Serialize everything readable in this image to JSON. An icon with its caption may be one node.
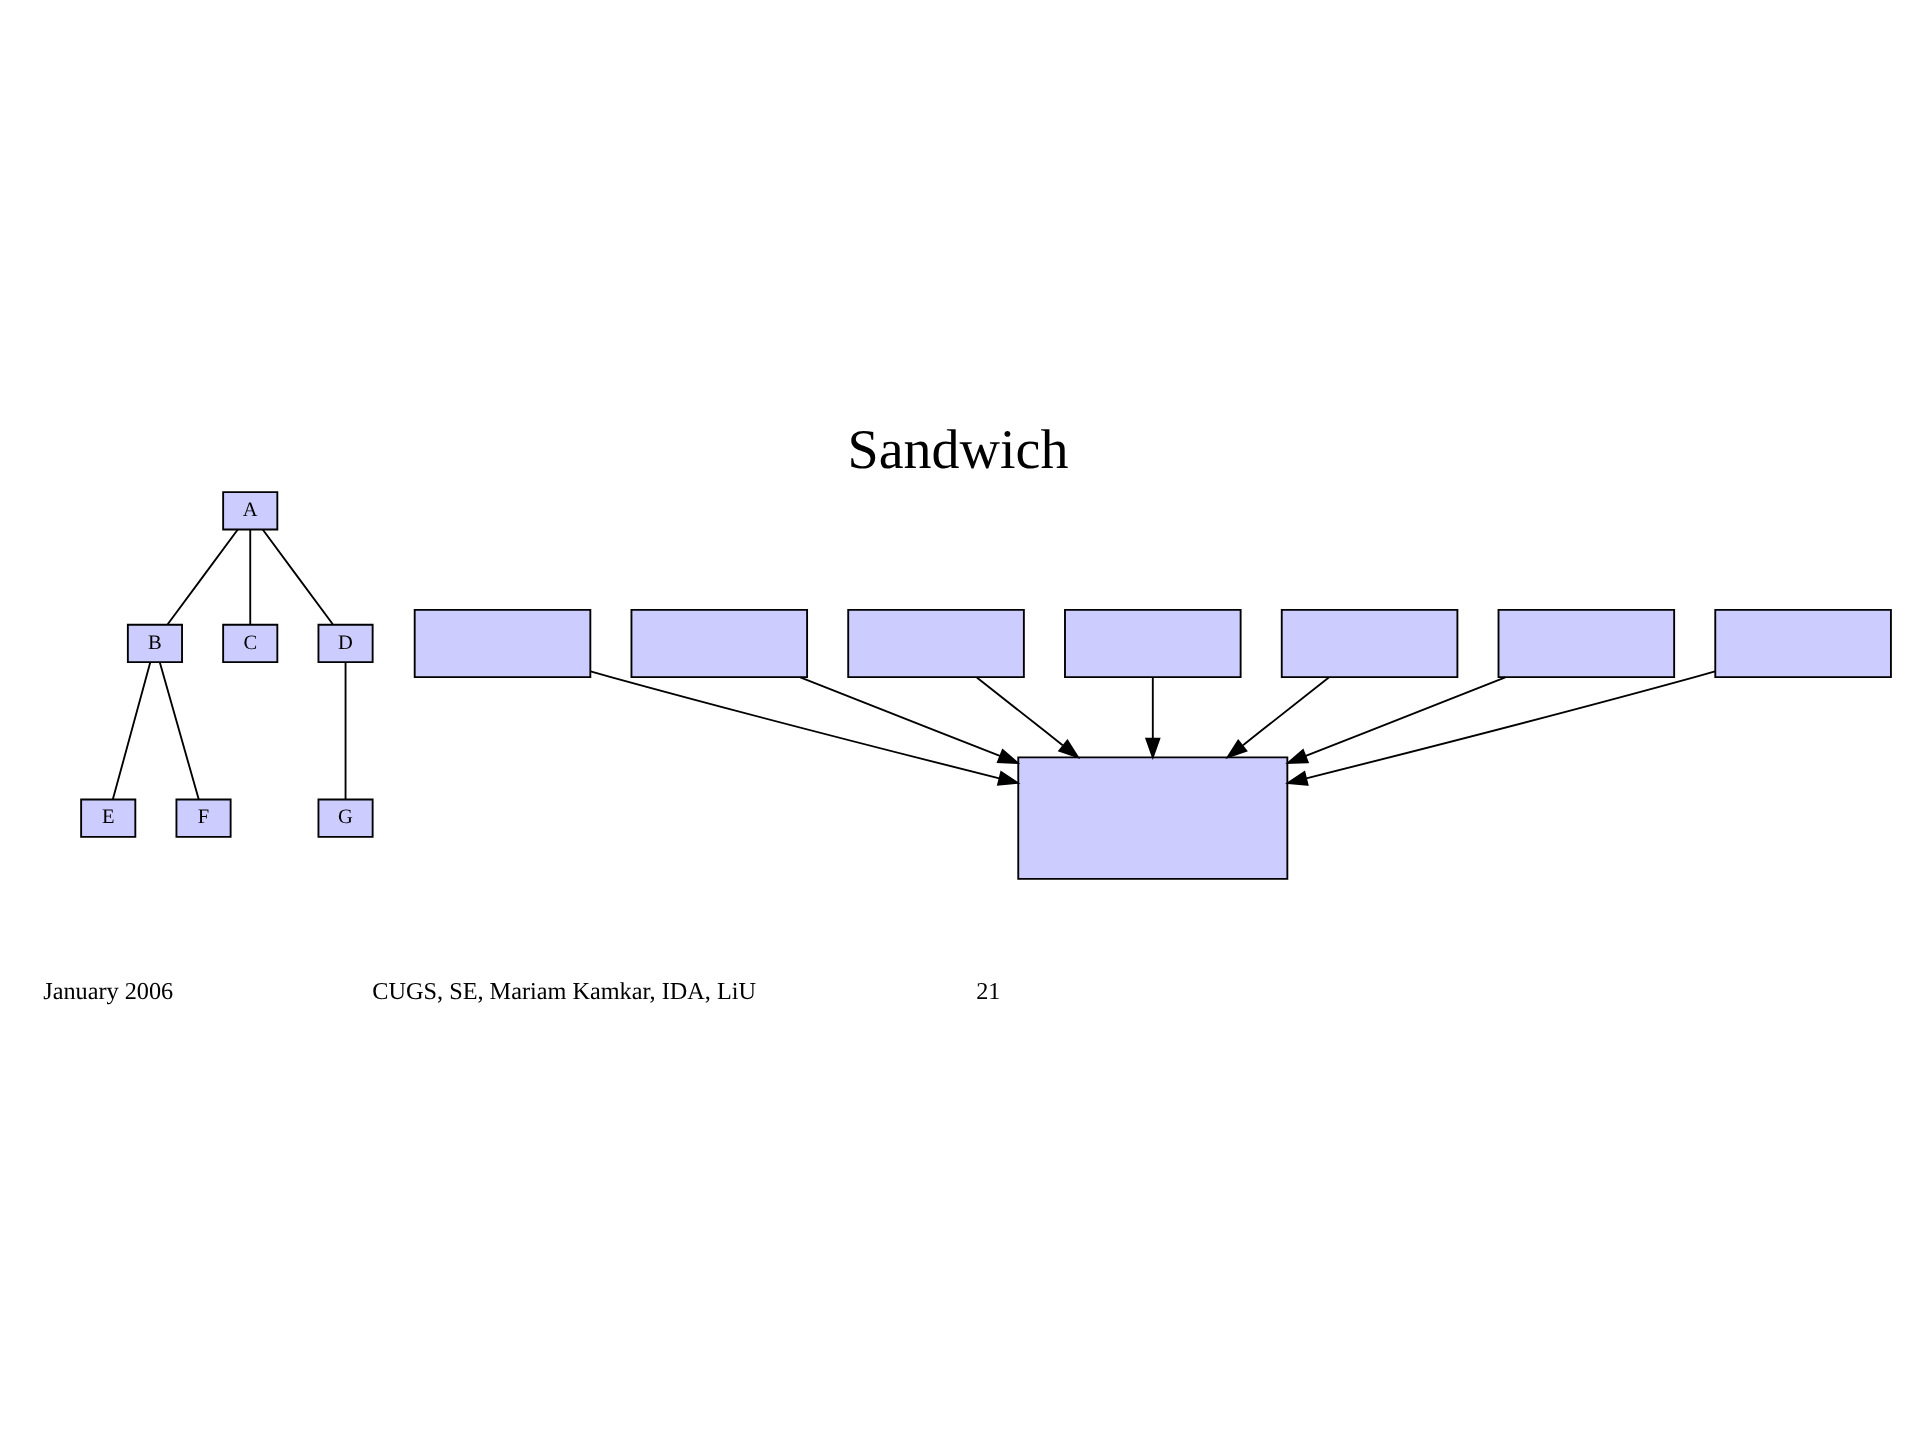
{
  "diagram": {
    "title": "Sandwich",
    "nodes": [
      {
        "text": [
          "A"
        ]
      },
      {
        "text": [
          "B"
        ]
      },
      {
        "text": [
          "C"
        ]
      },
      {
        "text": [
          "D"
        ]
      },
      {
        "text": [
          "E"
        ]
      },
      {
        "text": [
          "F"
        ]
      },
      {
        "text": [
          "G"
        ]
      },
      {
        "text": [],
        "shape": "box"
      },
      {
        "text": [],
        "shape": "box"
      },
      {
        "text": [],
        "shape": "box"
      },
      {
        "text": [],
        "shape": "box"
      },
      {
        "text": [],
        "shape": "box"
      },
      {
        "text": [],
        "shape": "box"
      },
      {
        "text": [],
        "shape": "box"
      },
      {
        "text": [],
        "shape": "box"
      }
    ],
    "edges": [
      {
        "from": 0,
        "to": 1,
        "arrow": "none"
      },
      {
        "from": 0,
        "to": 2,
        "arrow": "none"
      },
      {
        "from": 0,
        "to": 3,
        "arrow": "none"
      },
      {
        "from": 1,
        "to": 4,
        "arrow": "none"
      },
      {
        "from": 1,
        "to": 5,
        "arrow": "none"
      },
      {
        "from": 3,
        "to": 6,
        "arrow": "none"
      },
      {
        "from": 7,
        "to": 14,
        "arrow": "to"
      },
      {
        "from": 8,
        "to": 14,
        "arrow": "to"
      },
      {
        "from": 9,
        "to": 14,
        "arrow": "to"
      },
      {
        "from": 10,
        "to": 14,
        "arrow": "to"
      },
      {
        "from": 11,
        "to": 14,
        "arrow": "to"
      },
      {
        "from": 12,
        "to": 14,
        "arrow": "to"
      },
      {
        "from": 13,
        "to": 14,
        "arrow": "to"
      }
    ],
    "labels": [
      "January 2006",
      "CUGS, SE, Mariam Kamkar, IDA, LiU",
      "21"
    ]
  }
}
